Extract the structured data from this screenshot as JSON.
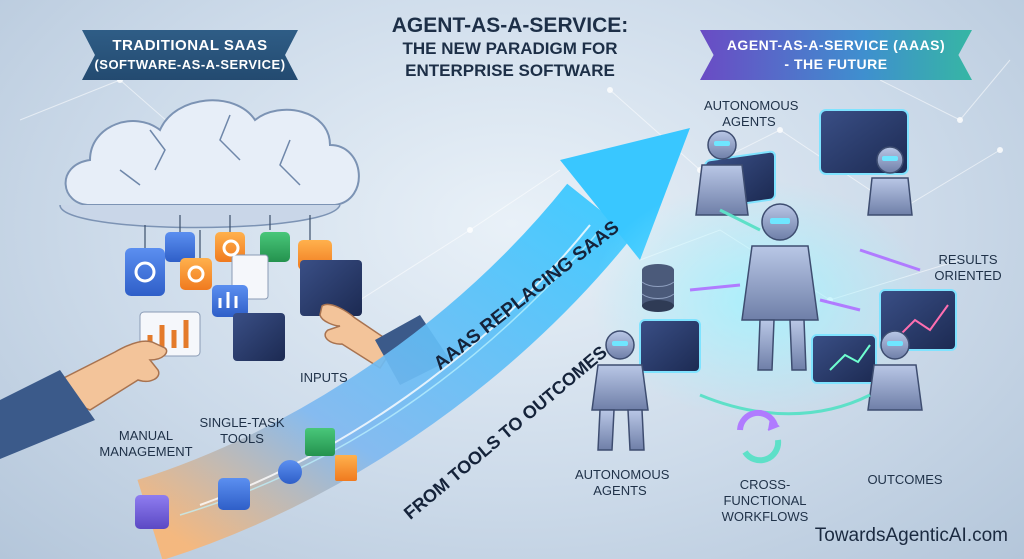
{
  "title": {
    "line1": "AGENT-AS-A-SERVICE:",
    "line2": "THE NEW PARADIGM FOR",
    "line3": "ENTERPRISE SOFTWARE"
  },
  "left_banner": {
    "line1": "TRADITIONAL SAAS",
    "line2": "(SOFTWARE-AS-A-SERVICE)"
  },
  "right_banner": {
    "line1": "AGENT-AS-A-SERVICE (AaaS)",
    "line2": "- THE FUTURE"
  },
  "left_labels": {
    "inputs": "INPUTS",
    "single_task_line1": "SINGLE-TASK",
    "single_task_line2": "TOOLS",
    "manual_line1": "MANUAL",
    "manual_line2": "MANAGEMENT"
  },
  "arrow": {
    "upper_text": "AaaS REPLACING SaaS",
    "lower_text": "FROM TOOLS TO OUTCOMES"
  },
  "right_labels": {
    "autonomous_top_line1": "AUTONOMOUS",
    "autonomous_top_line2": "AGENTS",
    "results_line1": "RESULTS",
    "results_line2": "ORIENTED",
    "autonomous_bottom_line1": "AUTONOMOUS",
    "autonomous_bottom_line2": "AGENTS",
    "cross_line1": "CROSS-FUNCTIONAL",
    "cross_line2": "WORKFLOWS",
    "outcomes": "OUTCOMES"
  },
  "brand": "TowardsAgenticAI.com",
  "colors": {
    "left_banner": "#2f5d86",
    "right_banner_start": "#6a4bc4",
    "right_banner_end": "#36b6a4",
    "arrow_glow": "#4fd2ff",
    "background": "#d6e3ef"
  }
}
